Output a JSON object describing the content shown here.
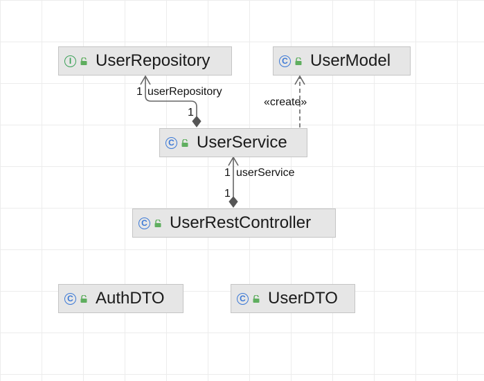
{
  "colors": {
    "class_icon": "#3a78d6",
    "interface_icon": "#3aa157",
    "lock_icon": "#5fae5f",
    "node_fill": "#e6e6e6",
    "edge": "#666666"
  },
  "nodes": {
    "user_repository": {
      "name": "UserRepository",
      "kind": "interface",
      "kind_glyph": "I",
      "icon": "interface-icon"
    },
    "user_model": {
      "name": "UserModel",
      "kind": "class",
      "kind_glyph": "C",
      "icon": "class-icon"
    },
    "user_service": {
      "name": "UserService",
      "kind": "class",
      "kind_glyph": "C",
      "icon": "class-icon"
    },
    "user_rest_controller": {
      "name": "UserRestController",
      "kind": "class",
      "kind_glyph": "C",
      "icon": "class-icon"
    },
    "auth_dto": {
      "name": "AuthDTO",
      "kind": "class",
      "kind_glyph": "C",
      "icon": "class-icon"
    },
    "user_dto": {
      "name": "UserDTO",
      "kind": "class",
      "kind_glyph": "C",
      "icon": "class-icon"
    }
  },
  "edges": {
    "service_repository": {
      "type": "composition",
      "from": "UserService",
      "to": "UserRepository",
      "source_multiplicity": "1",
      "target_multiplicity": "1",
      "role": "userRepository"
    },
    "service_model": {
      "type": "dependency",
      "from": "UserService",
      "to": "UserModel",
      "stereotype": "«create»"
    },
    "controller_service": {
      "type": "composition",
      "from": "UserRestController",
      "to": "UserService",
      "source_multiplicity": "1",
      "target_multiplicity": "1",
      "role": "userService"
    }
  }
}
